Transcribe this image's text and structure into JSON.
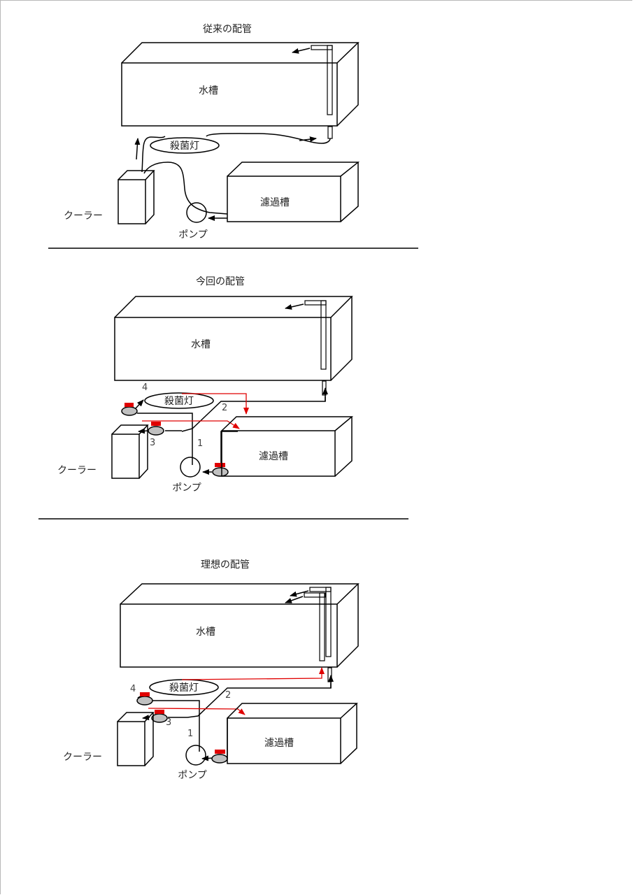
{
  "colors": {
    "line": "#000000",
    "red_pipe": "#e00000",
    "valve_body": "#c0c0c0",
    "valve_handle": "#e00000"
  },
  "sections": [
    {
      "title": "従来の配管",
      "labels": {
        "tank": "水槽",
        "uv": "殺菌灯",
        "filter": "濾過槽",
        "cooler": "クーラー",
        "pump": "ポンプ"
      }
    },
    {
      "title": "今回の配管",
      "labels": {
        "tank": "水槽",
        "uv": "殺菌灯",
        "filter": "濾過槽",
        "cooler": "クーラー",
        "pump": "ポンプ"
      },
      "numbers": [
        "1",
        "2",
        "3",
        "4"
      ]
    },
    {
      "title": "理想の配管",
      "labels": {
        "tank": "水槽",
        "uv": "殺菌灯",
        "filter": "濾過槽",
        "cooler": "クーラー",
        "pump": "ポンプ"
      },
      "numbers": [
        "1",
        "2",
        "3",
        "4"
      ]
    }
  ]
}
